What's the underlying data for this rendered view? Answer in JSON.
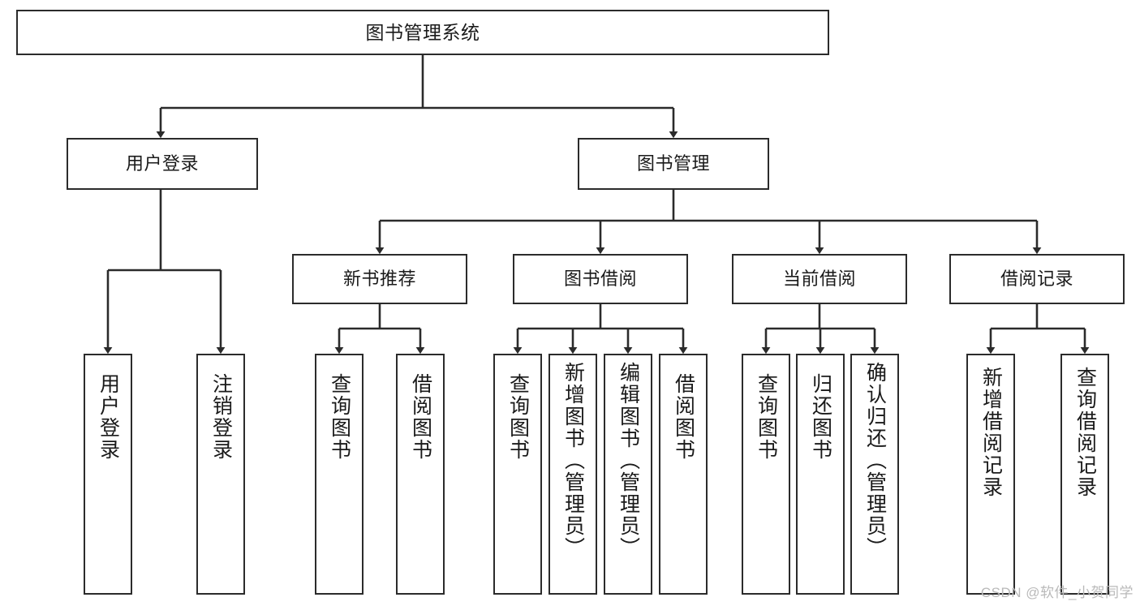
{
  "diagram": {
    "title": "图书管理系统",
    "watermark": "CSDN @软件_小贺同学",
    "stroke_color": "#2b2b2b",
    "background_color": "#ffffff",
    "text_color": "#1a1a1a",
    "watermark_color": "#b9b9b9",
    "type": "tree-hierarchy",
    "levels": 4
  },
  "nodes": {
    "root": {
      "label": "图书管理系统"
    },
    "level1": [
      {
        "id": "user-login",
        "label": "用户登录"
      },
      {
        "id": "book-management",
        "label": "图书管理"
      }
    ],
    "level2": [
      {
        "id": "new-book-recommend",
        "label": "新书推荐"
      },
      {
        "id": "book-borrow",
        "label": "图书借阅"
      },
      {
        "id": "current-borrow",
        "label": "当前借阅"
      },
      {
        "id": "borrow-record",
        "label": "借阅记录"
      }
    ],
    "leaves": {
      "user_login": [
        {
          "id": "leaf-user-login",
          "label": "用户登录"
        },
        {
          "id": "leaf-logout-login",
          "label": "注销登录"
        }
      ],
      "new_book_recommend": [
        {
          "id": "leaf-query-book-1",
          "label": "查询图书"
        },
        {
          "id": "leaf-borrow-book-1",
          "label": "借阅图书"
        }
      ],
      "book_borrow": [
        {
          "id": "leaf-query-book-2",
          "label": "查询图书"
        },
        {
          "id": "leaf-add-book",
          "label": "新增图书（管理员）"
        },
        {
          "id": "leaf-edit-book",
          "label": "编辑图书（管理员）"
        },
        {
          "id": "leaf-borrow-book-2",
          "label": "借阅图书"
        }
      ],
      "current_borrow": [
        {
          "id": "leaf-query-book-3",
          "label": "查询图书"
        },
        {
          "id": "leaf-return-book",
          "label": "归还图书"
        },
        {
          "id": "leaf-confirm-return",
          "label": "确认归还（管理员）"
        }
      ],
      "borrow_record": [
        {
          "id": "leaf-add-record",
          "label": "新增借阅记录"
        },
        {
          "id": "leaf-query-record",
          "label": "查询借阅记录"
        }
      ]
    }
  }
}
